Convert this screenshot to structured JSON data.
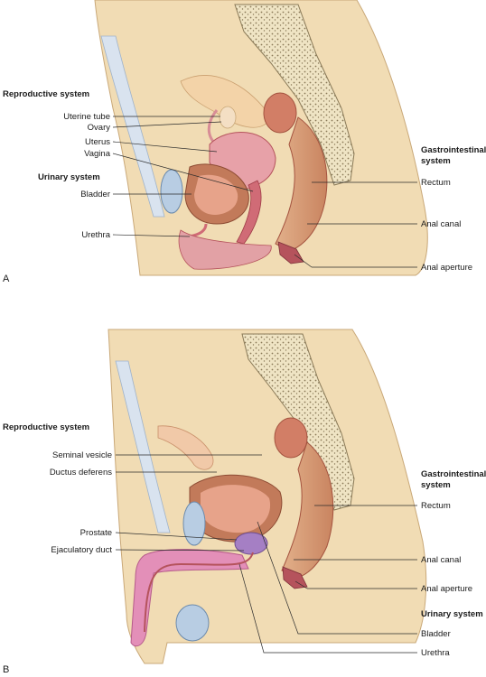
{
  "panel_a": {
    "letter": "A",
    "headings": {
      "reproductive": "Reproductive system",
      "urinary": "Urinary system",
      "gastrointestinal_line1": "Gastrointestinal",
      "gastrointestinal_line2": "system"
    },
    "labels": {
      "uterine_tube": "Uterine tube",
      "ovary": "Ovary",
      "uterus": "Uterus",
      "vagina": "Vagina",
      "bladder": "Bladder",
      "urethra": "Urethra",
      "rectum": "Rectum",
      "anal_canal": "Anal canal",
      "anal_aperture": "Anal aperture"
    }
  },
  "panel_b": {
    "letter": "B",
    "headings": {
      "reproductive": "Reproductive system",
      "gastrointestinal_line1": "Gastrointestinal",
      "gastrointestinal_line2": "system",
      "urinary": "Urinary system"
    },
    "labels": {
      "seminal_vesicle": "Seminal vesicle",
      "ductus_deferens": "Ductus deferens",
      "prostate": "Prostate",
      "ejaculatory_duct": "Ejaculatory duct",
      "rectum": "Rectum",
      "anal_canal": "Anal canal",
      "anal_aperture": "Anal aperture",
      "bladder": "Bladder",
      "urethra": "Urethra"
    }
  },
  "colors": {
    "skin": "#f1dcb4",
    "skin_edge": "#c9a878",
    "bone": "#efe4c4",
    "bone_dot": "#8a7a58",
    "organ_pink": "#e7a1a8",
    "organ_dark": "#b5535c",
    "muscle": "#c9785e",
    "bladder_blue": "#b8cde3"
  }
}
